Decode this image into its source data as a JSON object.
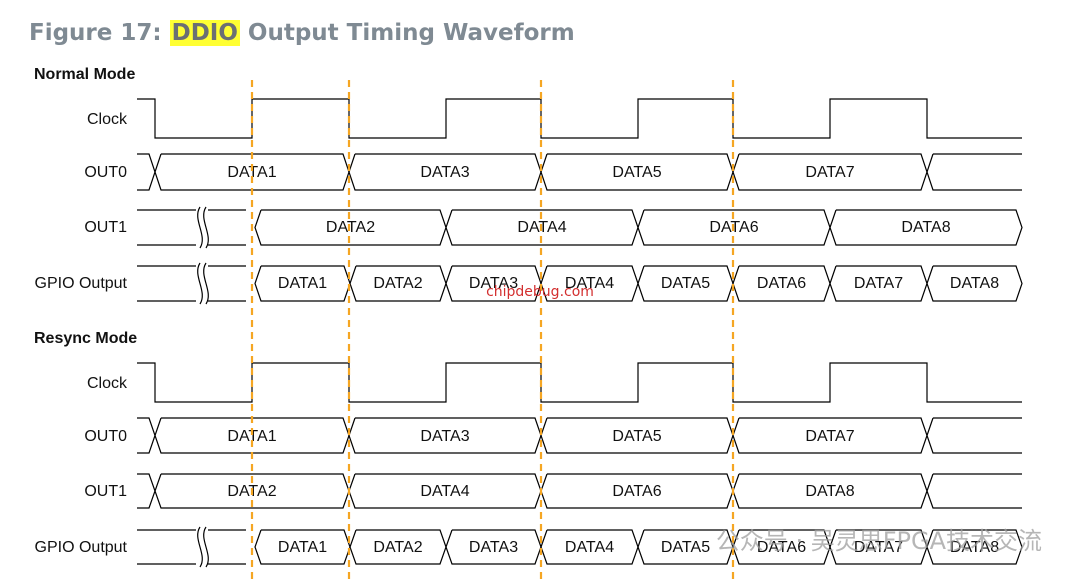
{
  "figure": {
    "prefix": "Figure 17: ",
    "highlight": "DDIO",
    "rest": " Output Timing Waveform"
  },
  "sections": [
    {
      "title": "Normal Mode",
      "signals": [
        {
          "label": "Clock"
        },
        {
          "label": "OUT0",
          "data": [
            "DATA1",
            "DATA3",
            "DATA5",
            "DATA7"
          ]
        },
        {
          "label": "OUT1",
          "data": [
            "DATA2",
            "DATA4",
            "DATA6",
            "DATA8"
          ]
        },
        {
          "label": "GPIO Output",
          "data": [
            "DATA1",
            "DATA2",
            "DATA3",
            "DATA4",
            "DATA5",
            "DATA6",
            "DATA7",
            "DATA8"
          ]
        }
      ]
    },
    {
      "title": "Resync Mode",
      "signals": [
        {
          "label": "Clock"
        },
        {
          "label": "OUT0",
          "data": [
            "DATA1",
            "DATA3",
            "DATA5",
            "DATA7"
          ]
        },
        {
          "label": "OUT1",
          "data": [
            "DATA2",
            "DATA4",
            "DATA6",
            "DATA8"
          ]
        },
        {
          "label": "GPIO Output",
          "data": [
            "DATA1",
            "DATA2",
            "DATA3",
            "DATA4",
            "DATA5",
            "DATA6",
            "DATA7",
            "DATA8"
          ]
        }
      ]
    }
  ],
  "watermarks": {
    "site": "chipdebug.com",
    "wechat": "公众号 · 吴灵思FPGA技术交流"
  },
  "colors": {
    "title": "#7f8a93",
    "highlight": "#ffff33",
    "marker": "#f5a623",
    "line": "#000000"
  }
}
